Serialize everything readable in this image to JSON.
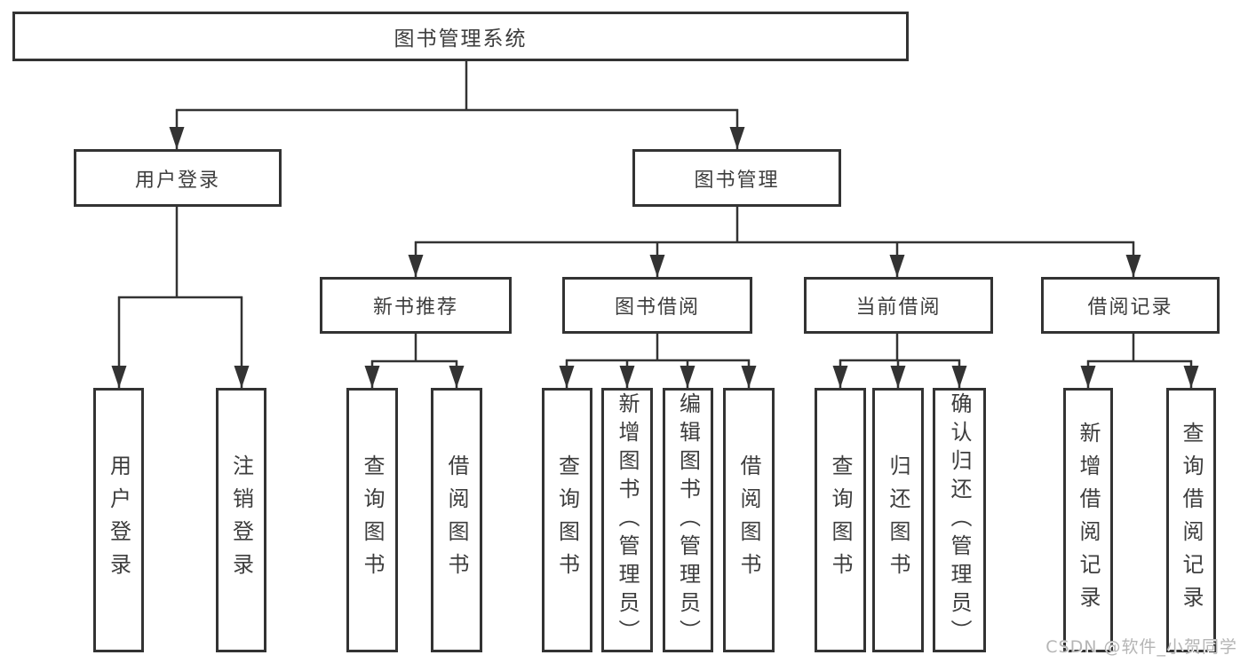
{
  "diagram": {
    "root": {
      "label": "图书管理系统"
    },
    "level2": [
      {
        "label": "用户登录"
      },
      {
        "label": "图书管理"
      }
    ],
    "level3": [
      {
        "label": "新书推荐"
      },
      {
        "label": "图书借阅"
      },
      {
        "label": "当前借阅"
      },
      {
        "label": "借阅记录"
      }
    ],
    "leaves": {
      "user_login": [
        "用户登录",
        "注销登录"
      ],
      "new_books": [
        "查询图书",
        "借阅图书"
      ],
      "book_borrow": [
        "查询图书",
        "新增图书（管理员）",
        "编辑图书（管理员）",
        "借阅图书"
      ],
      "current_borrow": [
        "查询图书",
        "归还图书",
        "确认归还（管理员）"
      ],
      "borrow_records": [
        "新增借阅记录",
        "查询借阅记录"
      ]
    }
  },
  "watermark": {
    "text": "CSDN @软件_小贺同学"
  },
  "colors": {
    "line": "#333333",
    "text": "#3d3d3d",
    "watermark": "#b5b5b5",
    "background": "#ffffff"
  }
}
